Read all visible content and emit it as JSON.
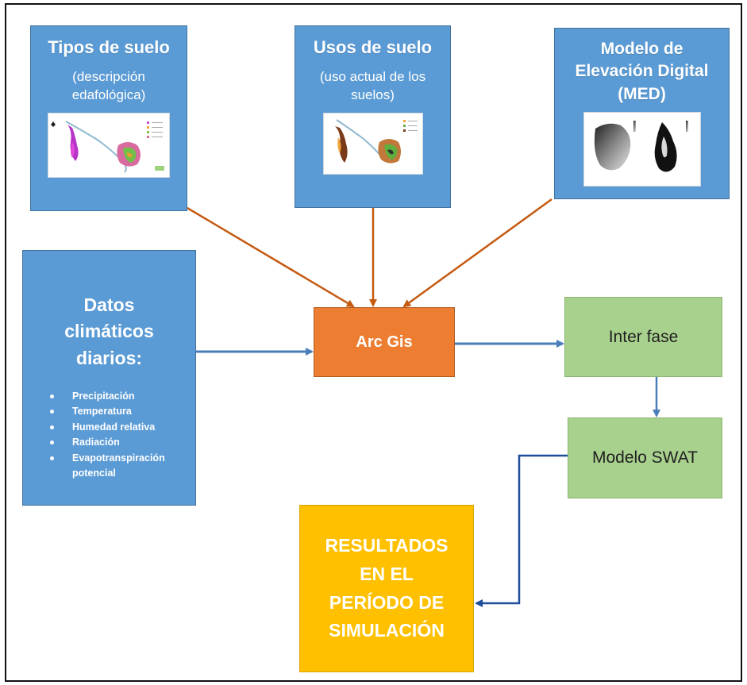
{
  "soil_types": {
    "title": "Tipos de suelo",
    "subtitle": "(descripción edafológica)"
  },
  "land_use": {
    "title": "Usos de suelo",
    "subtitle": "(uso actual de los suelos)"
  },
  "dem": {
    "title": "Modelo de Elevación Digital (MED)"
  },
  "climate": {
    "title": "Datos climáticos diarios:",
    "items": [
      "Precipitación",
      "Temperatura",
      "Humedad relativa",
      "Radiación",
      "Evapotranspiración potencial"
    ]
  },
  "arcgis": {
    "label": "Arc Gis"
  },
  "interface": {
    "label": "Inter fase"
  },
  "swat": {
    "label": "Modelo SWAT"
  },
  "results": {
    "label": "RESULTADOS EN EL PERÍODO DE SIMULACIÓN"
  },
  "colors": {
    "blue_box": "#5b9bd5",
    "orange_box": "#ed7d31",
    "green_box": "#a9d18e",
    "gold_box": "#ffc000",
    "orange_arrow": "#c55a11",
    "blue_arrow": "#4a7ebb",
    "navy_arrow": "#1f4e9a"
  }
}
